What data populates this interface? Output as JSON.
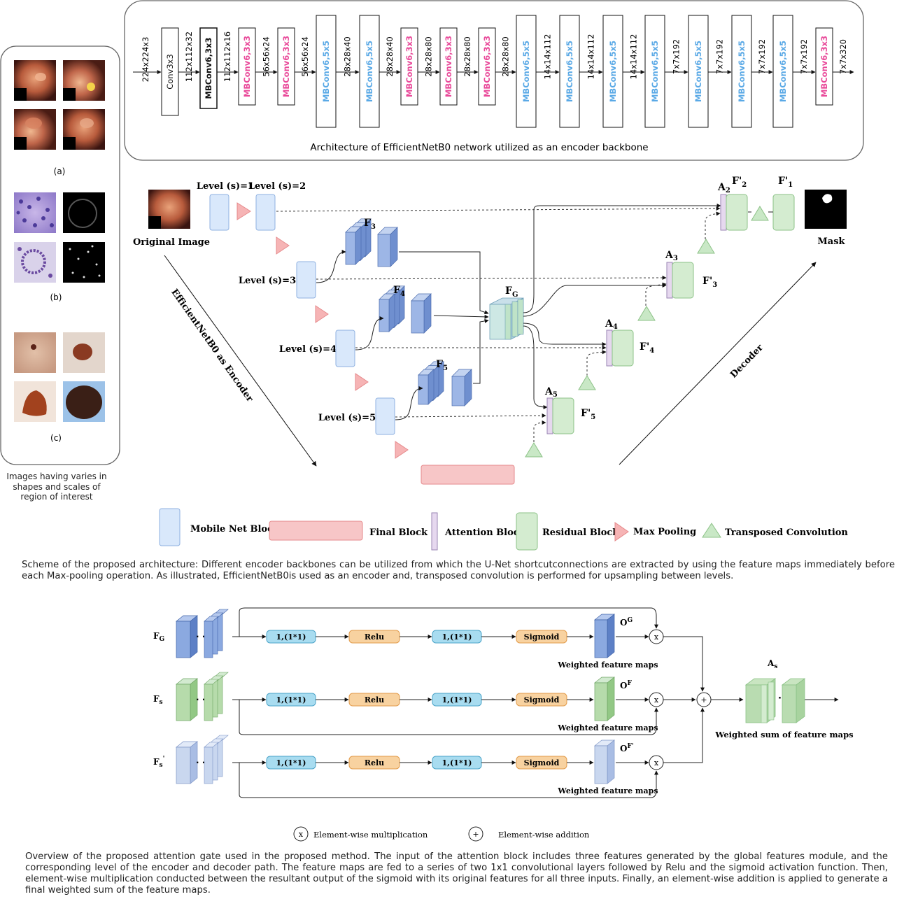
{
  "colors": {
    "mobile_fill": "#d9e8fb",
    "mobile_stroke": "#8fb1e0",
    "final_fill": "#f7c6c7",
    "final_stroke": "#e68a8c",
    "attention_fill": "#e6d8ef",
    "attention_stroke": "#9a86b3",
    "residual_fill": "#d4ecd0",
    "residual_stroke": "#8cc287",
    "pool_fill": "#f6b4b5",
    "tconv_fill": "#c9e8c6",
    "mbconv_pink": "#e94a9a",
    "mbconv_blue": "#5aa9e6",
    "feat_blue": "#7f9fd6",
    "feat_green": "#a9d39f",
    "feat_light": "#c9d7ef",
    "conv_box": "#a8dcf0",
    "relu_box": "#f8d2a0",
    "sigmoid_box": "#f8d2a0"
  },
  "left_panel": {
    "labels": [
      "(a)",
      "(b)",
      "(c)"
    ],
    "caption": "Images having varies  in shapes and scales of region of interest"
  },
  "encoder": {
    "input": "224x224x3",
    "layers": [
      {
        "name": "Conv3x3",
        "style": "plain",
        "out": "112x112x32"
      },
      {
        "name": "MBConv6,3x3",
        "style": "bold",
        "out": "112x112x16"
      },
      {
        "name": "MBConv6,3x3",
        "style": "pink",
        "out": "56x56x24"
      },
      {
        "name": "MBConv6,3x3",
        "style": "pink",
        "out": "56x56x24"
      },
      {
        "name": "MBConv6,5x5",
        "style": "blue",
        "out": "28x28x40"
      },
      {
        "name": "MBConv6,5x5",
        "style": "blue",
        "out": "28x28x40"
      },
      {
        "name": "MBConv6,3x3",
        "style": "pink",
        "out": "28x28x80"
      },
      {
        "name": "MBConv6,3x3",
        "style": "pink",
        "out": "28x28x80"
      },
      {
        "name": "MBConv6,3x3",
        "style": "pink",
        "out": "28x28x80"
      },
      {
        "name": "MBConv6,5x5",
        "style": "blue",
        "out": "14x14x112"
      },
      {
        "name": "MBConv6,5x5",
        "style": "blue",
        "out": "14x14x112"
      },
      {
        "name": "MBConv6,5x5",
        "style": "blue",
        "out": "14x14x112"
      },
      {
        "name": "MBConv6,5x5",
        "style": "blue",
        "out": "7x7x192"
      },
      {
        "name": "MBConv6,5x5",
        "style": "blue",
        "out": "7x7x192"
      },
      {
        "name": "MBConv6,5x5",
        "style": "blue",
        "out": "7x7x192"
      },
      {
        "name": "MBConv6,5x5",
        "style": "blue",
        "out": "7x7x192"
      },
      {
        "name": "MBConv6,3x3",
        "style": "pink",
        "out": "7x7x320"
      }
    ],
    "caption": "Architecture of EfficientNetB0 network utilized as an encoder backbone"
  },
  "unet": {
    "original_image": "Original Image",
    "mask": "Mask",
    "levels": [
      "Level (s)=1",
      "Level (s)=2",
      "Level (s)=3",
      "Level (s)=4",
      "Level (s)=5"
    ],
    "encoder_label": "EfficientNetB0 as Encoder",
    "decoder_label": "Decoder",
    "F_main": "F",
    "F_prime": "F'",
    "A": "A",
    "feature_subs": [
      "3",
      "4",
      "5"
    ],
    "global_sub": "G",
    "attention_subs": [
      "2",
      "3",
      "4",
      "5"
    ],
    "residual_subs": [
      "2",
      "1",
      "3",
      "4",
      "5"
    ]
  },
  "legend": {
    "mobile": "Mobile Net Block",
    "final": "Final Block",
    "attention": "Attention Block",
    "residual": "Residual Block",
    "pool": "Max Pooling",
    "tconv": "Transposed Convolution"
  },
  "caption1": "Scheme of the proposed architecture: Different encoder backbones can be utilized from which the U-Net shortcutconnections are extracted by using the feature maps immediately before each Max-pooling operation. As illustrated, EfficientNetB0is used as an encoder and, transposed convolution is performed for upsampling between levels.",
  "gate": {
    "inputs": [
      {
        "main": "F",
        "sub": "G",
        "prime": false,
        "out_main": "O",
        "out_sup": "G"
      },
      {
        "main": "F",
        "sub": "s",
        "prime": false,
        "out_main": "O",
        "out_sup": "F"
      },
      {
        "main": "F",
        "sub": "s",
        "prime": true,
        "out_main": "O",
        "out_sup": "F'"
      }
    ],
    "conv": "1,(1*1)",
    "relu": "Relu",
    "sigmoid": "Sigmoid",
    "weighted": "Weighted feature maps",
    "dots": "· · ·",
    "mul": "x",
    "add": "+",
    "out_label_main": "A",
    "out_label_sub": "s",
    "sum_label": "Weighted sum of feature maps",
    "legend_mul": "Element-wise multiplication",
    "legend_add": "Element-wise addition"
  },
  "caption2": "Overview of the proposed attention gate used in the proposed method. The input of the attention block includes three features generated by the global features module, and the corresponding level of the encoder and decoder path. The feature maps are fed to a series of two 1x1 convolutional layers followed by Relu and the sigmoid activation function. Then, element-wise multiplication conducted between the resultant output of the sigmoid with its original features for all three inputs. Finally, an element-wise addition is applied to generate a final weighted sum of the feature maps."
}
